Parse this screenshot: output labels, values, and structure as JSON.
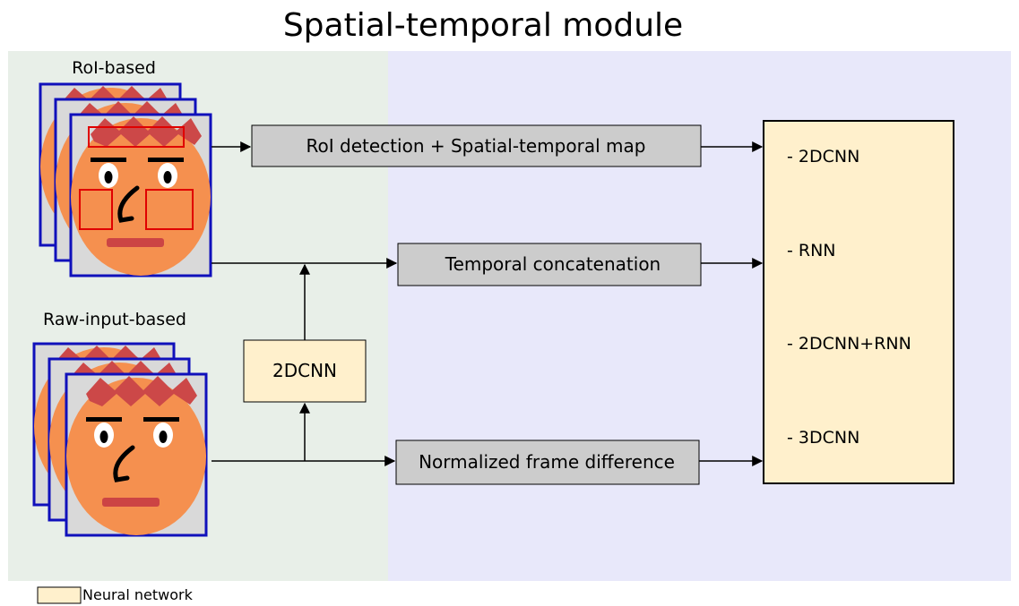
{
  "title": "Spatial-temporal module",
  "left_panel": {
    "roi_label": "RoI-based",
    "raw_label": "Raw-input-based"
  },
  "boxes": {
    "roi_detection": "RoI detection + Spatial-temporal map",
    "temporal_concat": "Temporal concatenation",
    "normalized_diff": "Normalized frame difference",
    "cnn2d": "2DCNN"
  },
  "network_options": [
    "- 2DCNN",
    "- RNN",
    "- 2DCNN+RNN",
    "- 3DCNN"
  ],
  "legend": {
    "label": "Neural network"
  },
  "colors": {
    "left_panel_bg": "#e8efe8",
    "right_panel_bg": "#e8e8fa",
    "gray_box": "#cccccc",
    "nn_box": "#fff0cc",
    "face": "#f5904f",
    "hair": "#cc4848",
    "frame_border": "#1010bb",
    "frame_bg": "#d9d9d9",
    "roi_rect": "#e00000",
    "mouth": "#cc4444"
  }
}
